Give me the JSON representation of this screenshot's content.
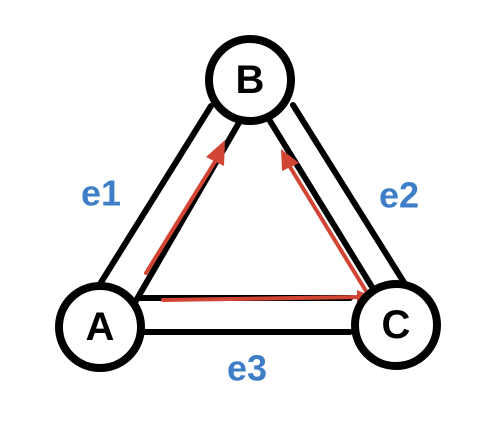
{
  "nodes": [
    {
      "id": "B",
      "label": "B"
    },
    {
      "id": "A",
      "label": "A"
    },
    {
      "id": "C",
      "label": "C"
    }
  ],
  "edges": [
    {
      "id": "e1",
      "label": "e1",
      "from": "A",
      "to": "B"
    },
    {
      "id": "e2",
      "label": "e2",
      "from": "C",
      "to": "B"
    },
    {
      "id": "e3",
      "label": "e3",
      "from": "A",
      "to": "C"
    }
  ],
  "flows": [
    {
      "from": "A",
      "to": "B"
    },
    {
      "from": "C",
      "to": "B"
    },
    {
      "from": "A",
      "to": "C"
    }
  ],
  "colors": {
    "node_stroke": "#000000",
    "edge_stroke": "#000000",
    "edge_label": "#3d7ec6",
    "flow_arrow": "#d24535",
    "background": "#ffffff"
  }
}
